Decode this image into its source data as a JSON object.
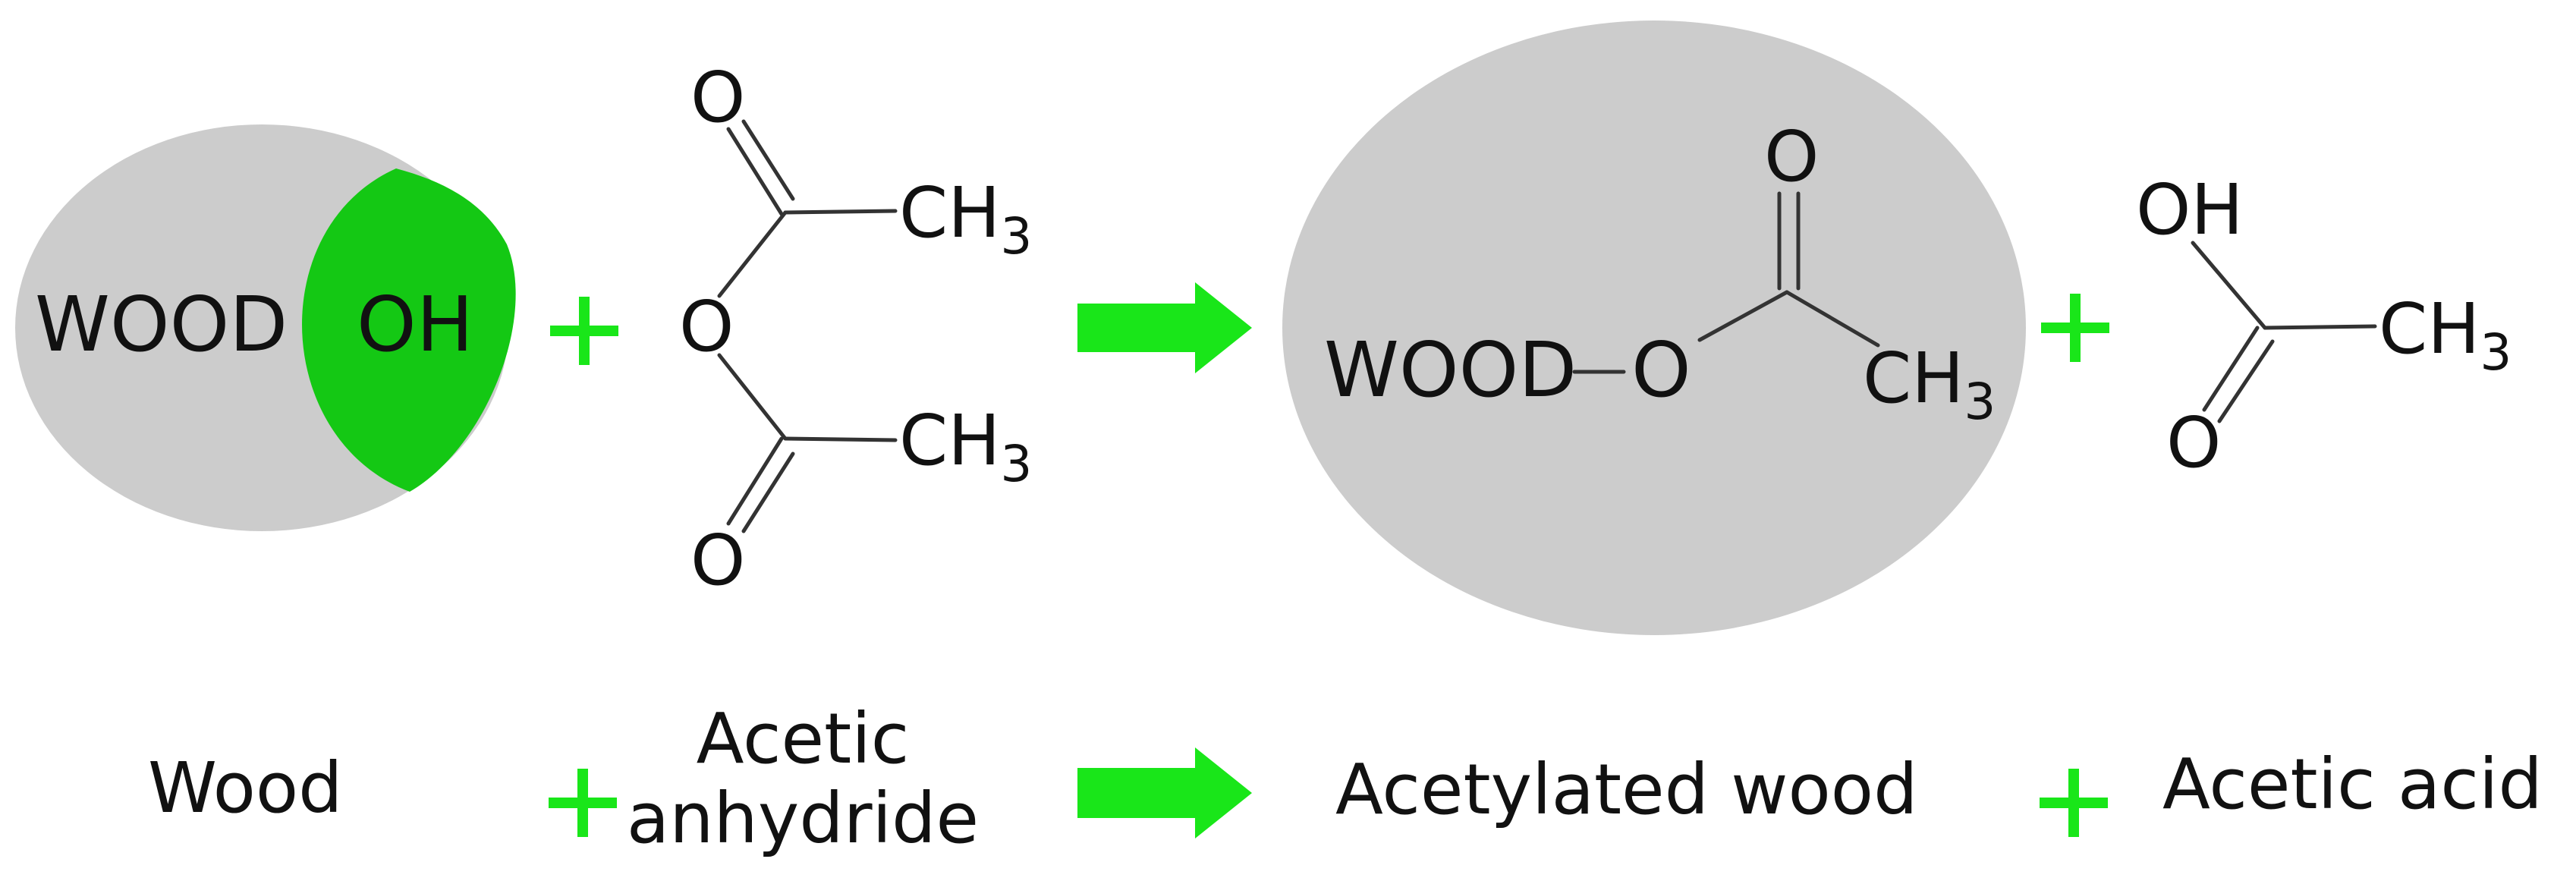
{
  "colors": {
    "wood_fill": "#cccccc",
    "oh_highlight": "#14c814",
    "accent_green": "#19e619",
    "text": "#111111",
    "bond": "#333333"
  },
  "reactants": {
    "wood": {
      "wood_text": "WOOD",
      "oh_text": "OH"
    },
    "acetic_anhydride": {
      "o_top": "O",
      "ch3_top": "CH",
      "ch3_top_sub": "3",
      "o_bridge": "O",
      "ch3_bottom": "CH",
      "ch3_bottom_sub": "3",
      "o_bottom": "O"
    }
  },
  "products": {
    "acetylated_wood": {
      "wood_text": "WOOD",
      "bond_o": "O",
      "o_top": "O",
      "ch3": "CH",
      "ch3_sub": "3"
    },
    "acetic_acid": {
      "oh": "OH",
      "ch3": "CH",
      "ch3_sub": "3",
      "o_bottom": "O"
    }
  },
  "labels": {
    "wood": "Wood",
    "acetic_anhydride_line1": "Acetic",
    "acetic_anhydride_line2": "anhydride",
    "acetylated_wood": "Acetylated wood",
    "acetic_acid": "Acetic acid"
  },
  "operators": {
    "plus": "+",
    "arrow": "reaction-arrow"
  }
}
